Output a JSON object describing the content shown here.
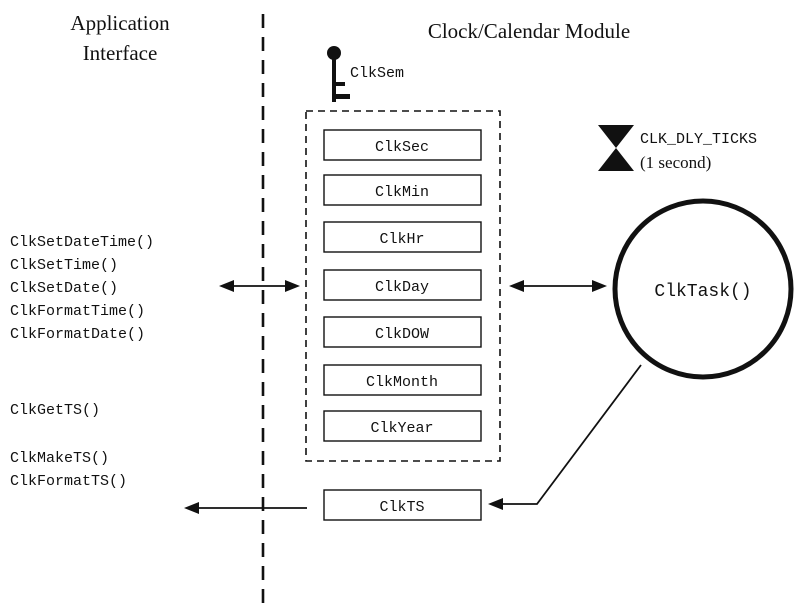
{
  "headings": {
    "left_line1": "Application",
    "left_line2": "Interface",
    "right": "Clock/Calendar Module"
  },
  "semaphore": {
    "label": "ClkSem",
    "icon": "key-icon"
  },
  "registers": [
    "ClkSec",
    "ClkMin",
    "ClkHr",
    "ClkDay",
    "ClkDOW",
    "ClkMonth",
    "ClkYear"
  ],
  "timestamp_box": "ClkTS",
  "delay": {
    "icon": "hourglass-icon",
    "line1": "CLK_DLY_TICKS",
    "line2": "(1 second)"
  },
  "task": {
    "label": "ClkTask()"
  },
  "api_group1": [
    "ClkSetDateTime()",
    "ClkSetTime()",
    "ClkSetDate()",
    "ClkFormatTime()",
    "ClkFormatDate()"
  ],
  "api_group2": [
    "ClkGetTS()"
  ],
  "api_group3": [
    "ClkMakeTS()",
    "ClkFormatTS()"
  ]
}
